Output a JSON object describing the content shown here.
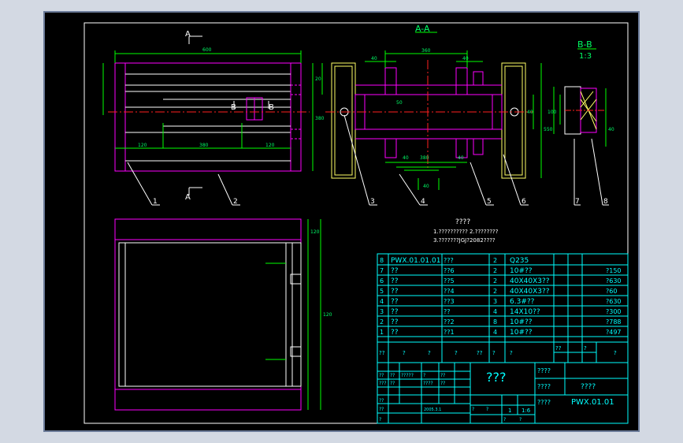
{
  "colors": {
    "background": "#000000",
    "frame": "#ffffff",
    "outline": "#ff00ff",
    "dimension": "#00ff00",
    "centerline": "#ff2020",
    "table": "#00ffff",
    "part_yellow": "#ffff66"
  },
  "views": {
    "section_aa_label": "A-A",
    "section_bb_label": "B-B",
    "section_bb_scale": "1:3",
    "cut_a": "A",
    "cut_b": "B"
  },
  "dims": {
    "d1": "600",
    "d2": "380",
    "d3": "120",
    "d4": "120",
    "d5": "380",
    "d6": "40",
    "d7": "20",
    "d8": "40",
    "d9": "40",
    "d10": "360",
    "d11": "50",
    "d12": "40",
    "d13": "380",
    "d14": "550",
    "d15": "40",
    "d16": "40",
    "d17": "100",
    "d18": "40",
    "d19": "120",
    "d20": "120"
  },
  "balloons": [
    "1",
    "2",
    "3",
    "4",
    "5",
    "6",
    "7",
    "8"
  ],
  "notes": {
    "title": "????",
    "line1": "1.??????????   2.????????",
    "line2": "3.???????JGJ?2082????"
  },
  "bom": {
    "rows": [
      {
        "no": "8",
        "code": "PWX.01.01.01",
        "name": "???",
        "qty": "2",
        "material": "Q235",
        "remark": ""
      },
      {
        "no": "7",
        "code": "??",
        "name": "??6",
        "qty": "2",
        "material": "10#??",
        "remark": "?150"
      },
      {
        "no": "6",
        "code": "??",
        "name": "??5",
        "qty": "2",
        "material": "40X40X3??",
        "remark": "?630"
      },
      {
        "no": "5",
        "code": "??",
        "name": "??4",
        "qty": "2",
        "material": "40X40X3??",
        "remark": "?60"
      },
      {
        "no": "4",
        "code": "??",
        "name": "??3",
        "qty": "3",
        "material": "6.3#??",
        "remark": "?630"
      },
      {
        "no": "3",
        "code": "??",
        "name": "??",
        "qty": "4",
        "material": "14X10??",
        "remark": "?300"
      },
      {
        "no": "2",
        "code": "??",
        "name": "??2",
        "qty": "8",
        "material": "10#??",
        "remark": "?788"
      },
      {
        "no": "1",
        "code": "??",
        "name": "??1",
        "qty": "4",
        "material": "10#??",
        "remark": "?497"
      }
    ],
    "header": [
      "??",
      "?",
      "?",
      "?",
      "??",
      "?",
      "?",
      "??",
      "?",
      "?"
    ]
  },
  "title_block": {
    "name": "???",
    "company_label": "????",
    "company_value": "????",
    "drawing_label": "????",
    "drawing_no": "PWX.01.01",
    "scale": "1:6",
    "sheet": "1",
    "date": "2005.3.1",
    "cells": [
      "??",
      "??",
      "?????",
      "?",
      "??",
      "???",
      "??",
      "????",
      "??",
      "??",
      "??",
      "?",
      "?",
      "?",
      "?",
      "?"
    ]
  }
}
